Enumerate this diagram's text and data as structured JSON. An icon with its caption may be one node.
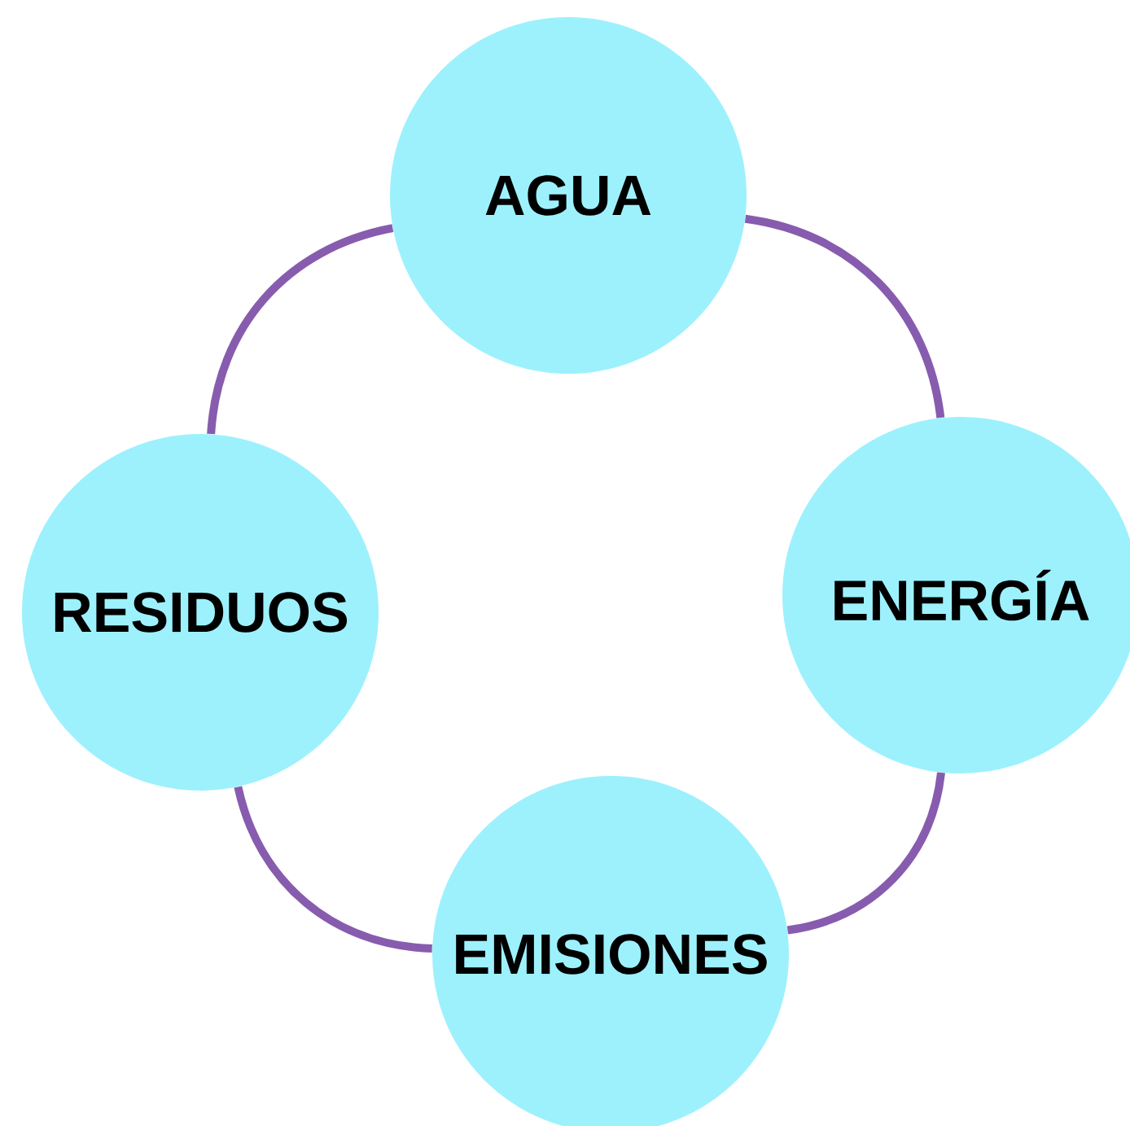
{
  "diagram": {
    "nodes": [
      {
        "text": [
          "AGUA"
        ]
      },
      {
        "text": [
          "RESIDUOS"
        ]
      },
      {
        "text": [
          "ENERGÍA"
        ]
      },
      {
        "text": [
          "EMISIONES"
        ]
      }
    ],
    "edges": [
      {
        "from": 0,
        "to": 2,
        "arrow": "none"
      },
      {
        "from": 2,
        "to": 3,
        "arrow": "none"
      },
      {
        "from": 3,
        "to": 1,
        "arrow": "none"
      },
      {
        "from": 1,
        "to": 0,
        "arrow": "none"
      }
    ]
  }
}
